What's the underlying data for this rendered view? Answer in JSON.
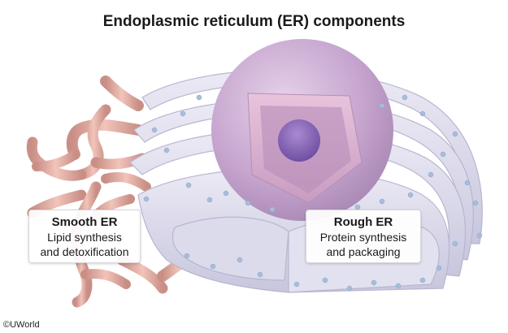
{
  "title": "Endoplasmic reticulum (ER) components",
  "labels": {
    "smooth": {
      "heading": "Smooth ER",
      "line1": "Lipid synthesis",
      "line2": "and detoxification"
    },
    "rough": {
      "heading": "Rough ER",
      "line1": "Protein synthesis",
      "line2": "and packaging"
    }
  },
  "credit": "©UWorld",
  "colors": {
    "smooth_er": "#e8b3a8",
    "rough_er": "#d9d8ea",
    "nucleus": "#c9a8cf",
    "nucleolus": "#8c6cb8",
    "ribosome": "#a6bedc"
  }
}
